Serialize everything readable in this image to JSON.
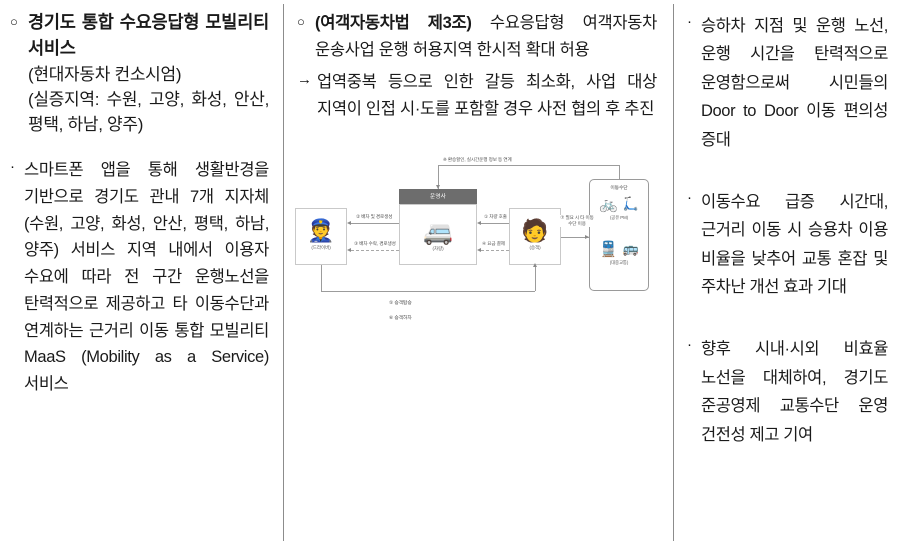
{
  "document": {
    "columns": 3
  },
  "left_column": {
    "blocks": [
      {
        "marker": "○",
        "title": "경기도 통합 수요응답형 모빌리티 서비스",
        "sub1": "(현대자동차 컨소시엄)",
        "sub2": "(실증지역: 수원, 고양, 화성, 안산, 평택, 하남, 양주)"
      },
      {
        "marker": "·",
        "body": "스마트폰 앱을 통해 생활반경을 기반으로 경기도 관내 7개 지자체(수원, 고양, 화성, 안산, 평택, 하남, 양주) 서비스 지역 내에서 이용자 수요에 따라 전 구간 운행노선을 탄력적으로 제공하고 타 이동수단과 연계하는 근거리 이동 통합 모빌리티 MaaS (Mobility as a Service) 서비스"
      }
    ]
  },
  "middle_column": {
    "blocks": [
      {
        "marker": "○",
        "law": "(여객자동차법 제3조)",
        "body": " 수요응답형 여객자동차 운송사업 운행 허용지역 한시적 확대 허용"
      },
      {
        "marker": "→",
        "body": "업역중복 등으로 인한 갈등 최소화, 사업 대상 지역이 인접 시·도를 포함할 경우 사전 협의 후 추진"
      }
    ],
    "diagram": {
      "note_top": "※ 환승할인, 실시간운행 정보 등 연계",
      "operator_label": "운영사",
      "nodes": [
        {
          "icon": "driver-icon",
          "glyph": "👮",
          "caption": "(드라이버)"
        },
        {
          "icon": "van-icon",
          "glyph": "🚐",
          "caption": "(차량)"
        },
        {
          "icon": "user-icon",
          "glyph": "🧑",
          "caption": "(승객)"
        }
      ],
      "modes_panel": {
        "title": "이동수단",
        "groups": [
          {
            "icons": [
              "bike-icon",
              "scooter-icon"
            ],
            "glyphs": [
              "🚲",
              "🛴"
            ],
            "label": "(공유 PM)"
          },
          {
            "icons": [
              "train-icon",
              "bus-icon"
            ],
            "glyphs": [
              "🚆",
              "🚌"
            ],
            "label": "(대중교통)"
          }
        ]
      },
      "flow_labels": [
        "② 배차 및 경로생성",
        "③ 배차 수락, 경로생성",
        "① 차량 호출",
        "④ 요금 결제",
        "⑦ 필요 시\n타 이동수단 이용"
      ],
      "footer_labels": [
        "⑤ 승객탑승",
        "⑥ 승객하차"
      ]
    }
  },
  "right_column": {
    "blocks": [
      {
        "marker": "·",
        "body": "승하차 지점 및 운행 노선, 운행 시간을 탄력적으로 운영함으로써 시민들의 Door to Door 이동 편의성 증대"
      },
      {
        "marker": "·",
        "body": "이동수요 급증 시간대, 근거리 이동 시 승용차 이용 비율을 낮추어 교통 혼잡 및 주차난 개선 효과 기대"
      },
      {
        "marker": "·",
        "body": "향후 시내·시외 비효율 노선을 대체하여, 경기도 준공영제 교통수단 운영 건전성 제고 기여"
      }
    ]
  }
}
